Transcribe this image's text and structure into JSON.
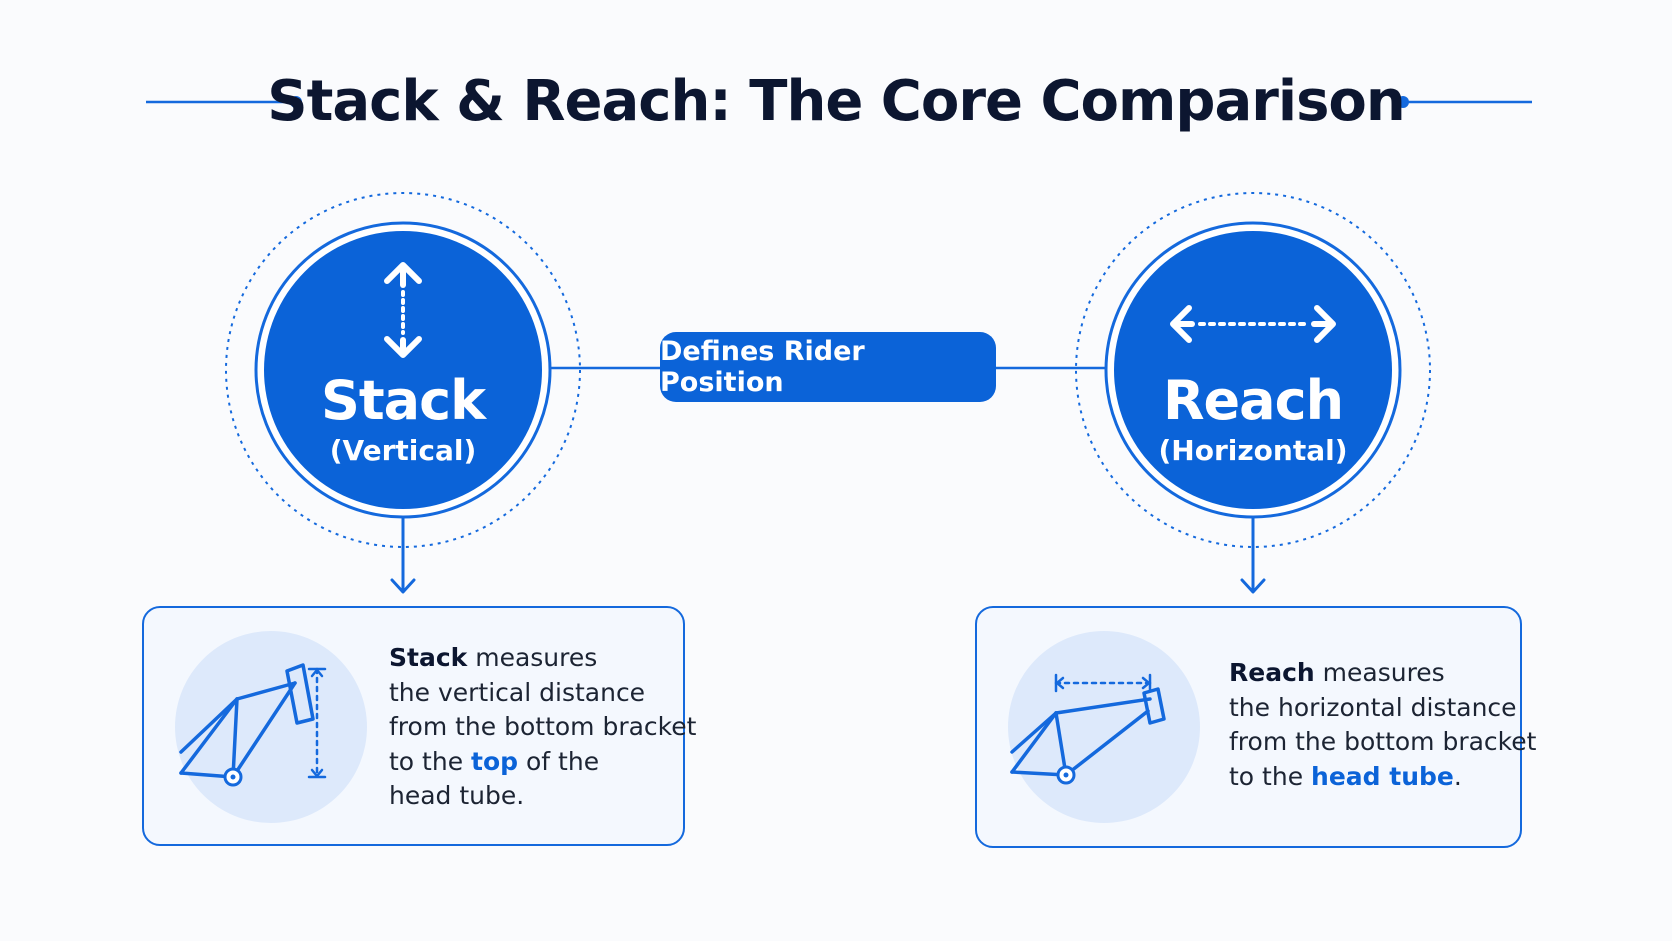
{
  "title": "Stack & Reach: The Core Comparison",
  "center_pill": {
    "label": "Defines Rider Position"
  },
  "stack": {
    "name": "Stack",
    "subtitle": "(Vertical)",
    "icon": "vertical-double-arrow-icon",
    "card": {
      "icon": "bike-frame-stack-icon",
      "lead": "Stack",
      "lead_rest": " measures",
      "line2": "the vertical distance",
      "line3": "from the bottom bracket",
      "line4_pre": "to the ",
      "line4_hl": "top",
      "line4_post": " of the",
      "line5": "head tube."
    }
  },
  "reach": {
    "name": "Reach",
    "subtitle": "(Horizontal)",
    "icon": "horizontal-double-arrow-icon",
    "card": {
      "icon": "bike-frame-reach-icon",
      "lead": "Reach",
      "lead_rest": " measures",
      "line2": "the horizontal distance",
      "line3": "from the bottom bracket",
      "line4_pre": "to the ",
      "line4_hl": "head tube",
      "line4_post": "."
    }
  },
  "colors": {
    "accent": "#0b63d8",
    "title": "#0c1630",
    "card_bg": "#f4f8fe",
    "icon_bg": "#dde9fb"
  }
}
